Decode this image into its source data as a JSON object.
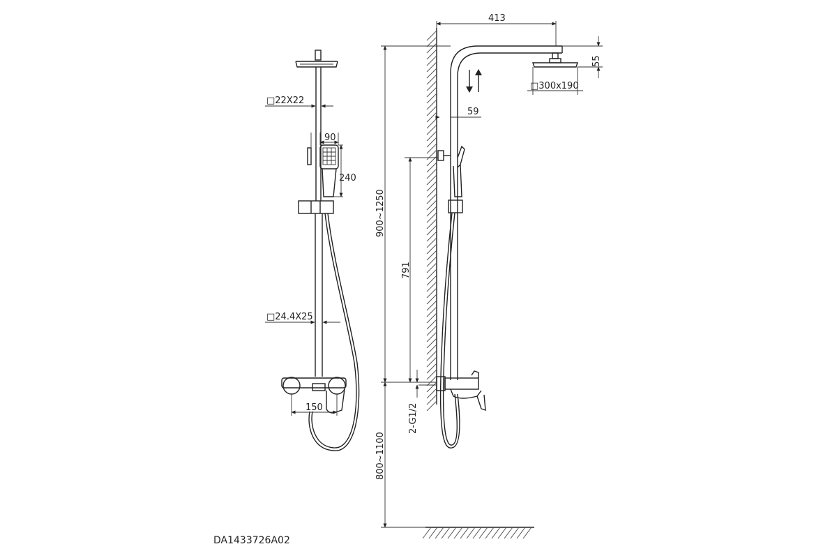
{
  "drawing_code": "DA1433726A02",
  "front_view": {
    "upper_tube_label": "□22X22",
    "lower_tube_label": "□24.4X25",
    "hand_shower_width": "90",
    "hand_shower_length": "240",
    "mixer_spacing": "150"
  },
  "side_view": {
    "arm_length": "413",
    "head_height": "55",
    "head_size": "□300x190",
    "wall_offset": "59",
    "total_height_range": "900~1250",
    "slider_height": "791",
    "inlet_thread": "2-G1/2",
    "mount_height_range": "800~1100"
  },
  "colors": {
    "line": "#222222",
    "background": "#ffffff"
  }
}
